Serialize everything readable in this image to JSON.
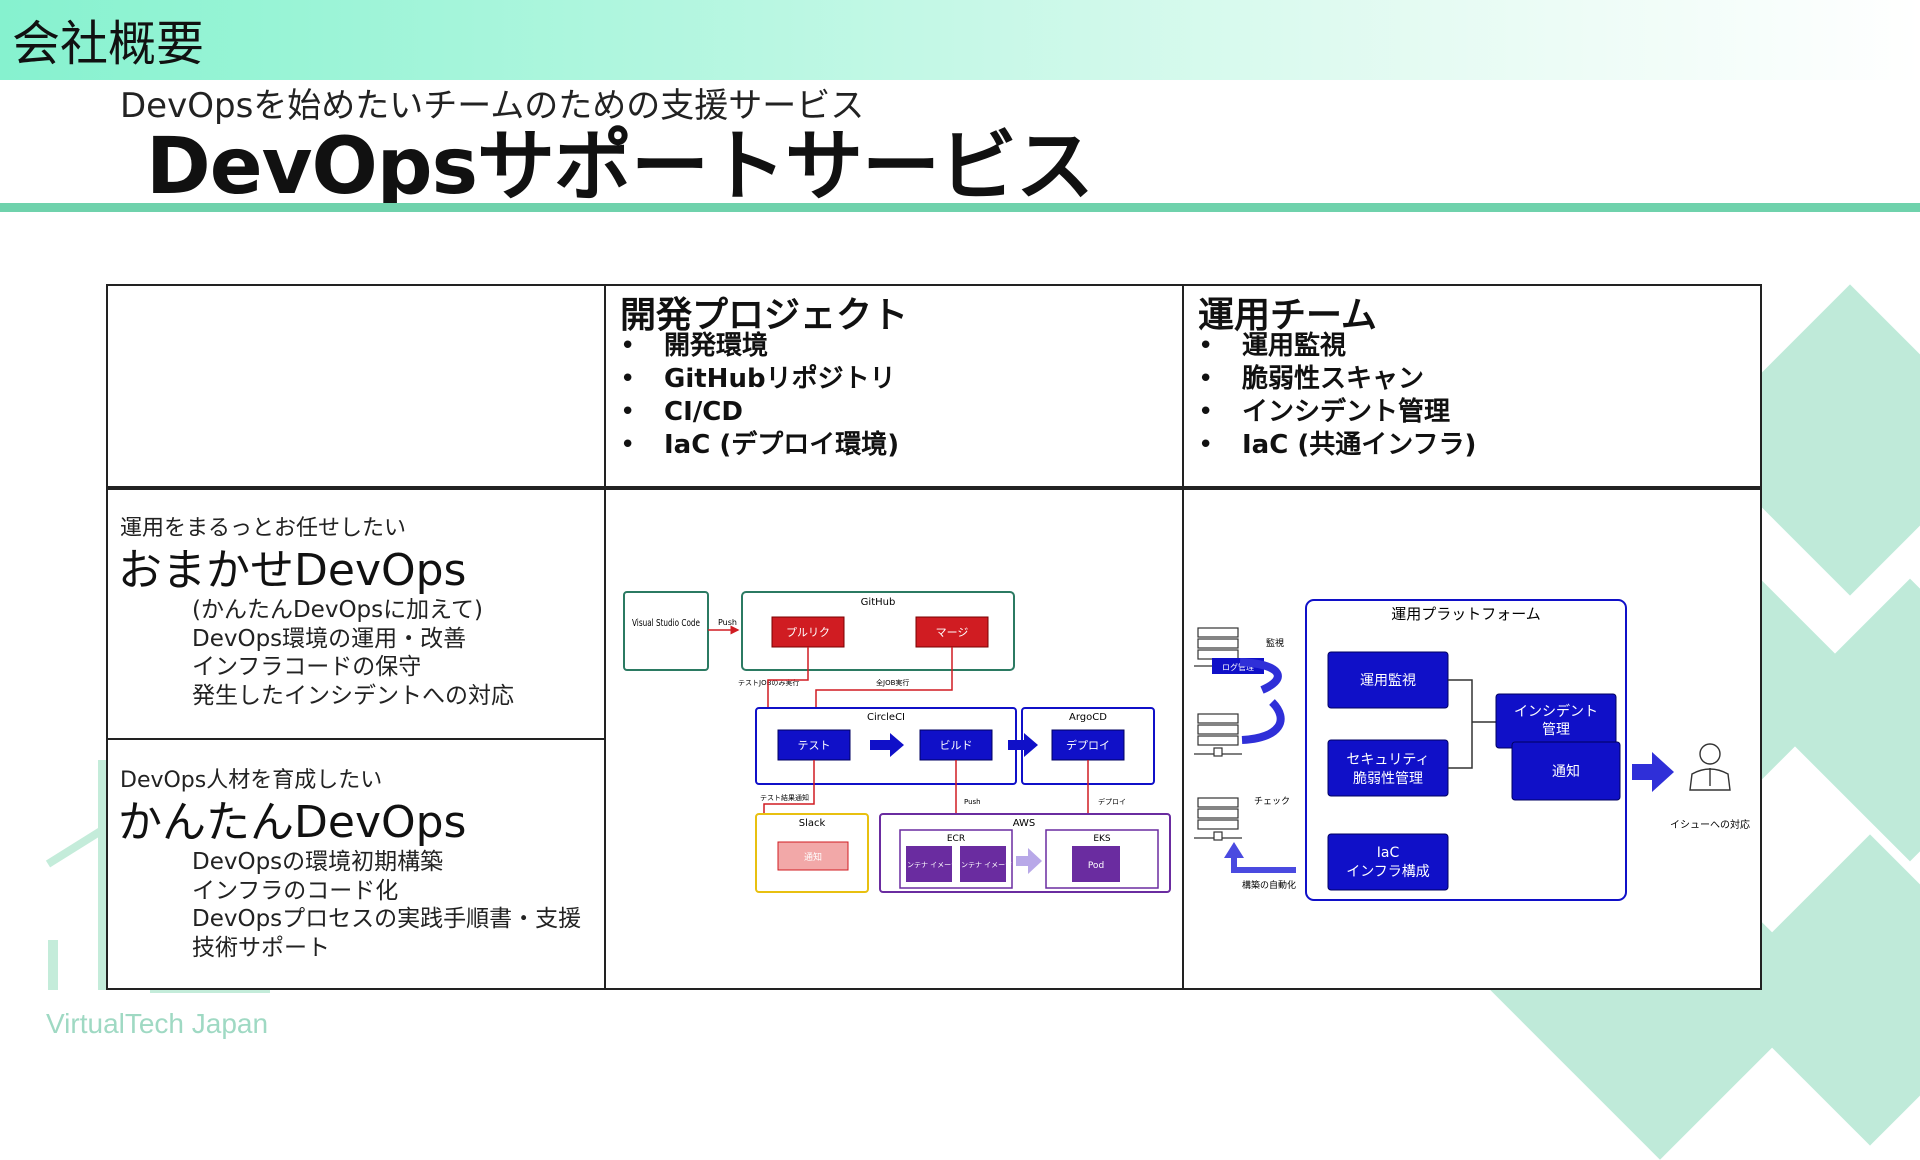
{
  "header": {
    "title": "会社概要"
  },
  "hero": {
    "subtitle": "DevOpsを始めたいチームのための支援サービス",
    "title": "DevOpsサポートサービス"
  },
  "columns": {
    "dev": {
      "title": "開発プロジェクト",
      "items": [
        "開発環境",
        "GitHubリポジトリ",
        "CI/CD",
        "IaC (デプロイ環境)"
      ]
    },
    "ops": {
      "title": "運用チーム",
      "items": [
        "運用監視",
        "脆弱性スキャン",
        "インシデント管理",
        "IaC (共通インフラ)"
      ]
    }
  },
  "rows": {
    "omakase": {
      "subtitle": "運用をまるっとお任せしたい",
      "title": "おまかせDevOps",
      "lines": [
        "(かんたんDevOpsに加えて)",
        "DevOps環境の運用・改善",
        "インフラコードの保守",
        "発生したインシデントへの対応"
      ]
    },
    "kantan": {
      "subtitle": "DevOps人材を育成したい",
      "title": "かんたんDevOps",
      "lines": [
        "DevOpsの環境初期構築",
        "インフラのコード化",
        "DevOpsプロセスの実践手順書・支援",
        "技術サポート"
      ]
    }
  },
  "dev_diagram": {
    "vscode": "Visual Studio Code",
    "push1": "Push",
    "github": "GitHub",
    "pullreq": "プルリク",
    "merge": "マージ",
    "test_job": "テストJOBのみ実行",
    "all_job": "全JOB実行",
    "circleci": "CircleCI",
    "argocd": "ArgoCD",
    "test": "テスト",
    "build": "ビルド",
    "deploy": "デプロイ",
    "test_result": "テスト結果通知",
    "push2": "Push",
    "deploy_lbl": "デプロイ",
    "slack": "Slack",
    "aws": "AWS",
    "notify": "通知",
    "ecr": "ECR",
    "container1": "コンテナ イメージ",
    "container2": "コンテナ イメージ",
    "eks": "EKS",
    "pod": "Pod"
  },
  "ops_diagram": {
    "platform": "運用プラットフォーム",
    "monitor_lbl": "監視",
    "log_mgmt": "ログ管理",
    "check_lbl": "チェック",
    "auto_lbl": "構築の自動化",
    "monitoring": "運用監視",
    "security1": "セキュリティ",
    "security2": "脆弱性管理",
    "iac1": "IaC",
    "iac2": "インフラ構成",
    "incident1": "インシデント",
    "incident2": "管理",
    "notify": "通知",
    "issue": "イシューへの対応"
  },
  "footer": {
    "logo": "VirtualTech Japan"
  },
  "colors": {
    "accent": "#6fd2ac",
    "navy": "#1010c8",
    "red": "#d01c22",
    "purple": "#6a2ca0"
  }
}
